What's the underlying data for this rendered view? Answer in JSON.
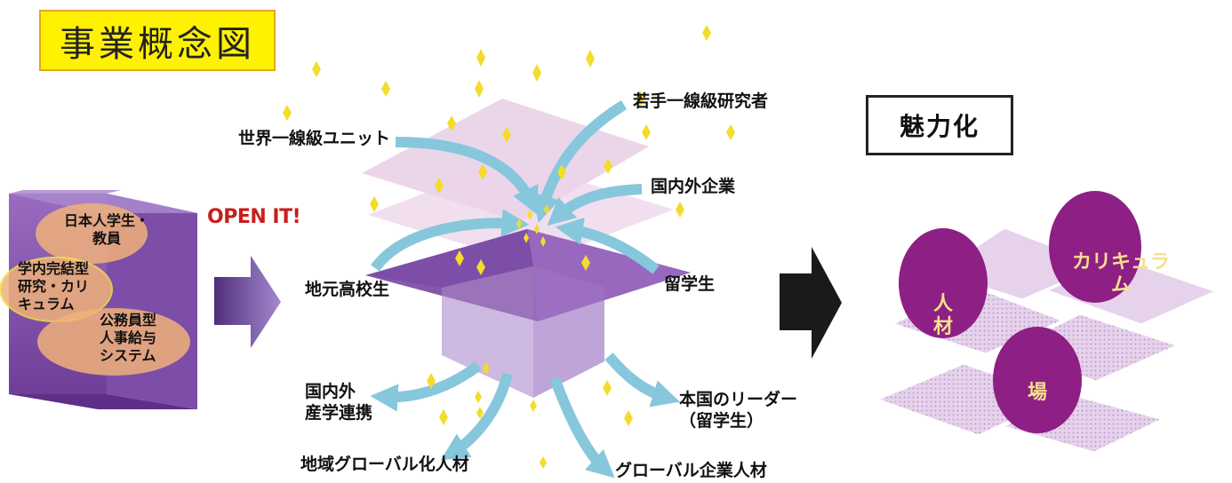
{
  "title": "事業概念図",
  "open_it": "OPEN IT!",
  "cube": {
    "label_students": "日本人学生・",
    "label_students_2": "教員",
    "label_curriculum": "学内完結型",
    "label_curriculum_2": "研究・カリ",
    "label_curriculum_3": "キュラム",
    "label_system": "公務員型",
    "label_system_2": "人事給与",
    "label_system_3": "システム"
  },
  "inflows": {
    "world_unit": "世界一線級ユニット",
    "young_researchers": "若手一線級研究者",
    "companies": "国内外企業",
    "local_high_school": "地元高校生",
    "intl_students": "留学生"
  },
  "outflows": {
    "industry_academia": "国内外",
    "industry_academia_2": "産学連携",
    "regional_talent": "地域グローバル化人材",
    "global_company": "グローバル企業人材",
    "home_leaders": "本国のリーダー",
    "home_leaders_2": "（留学生）"
  },
  "result": {
    "title": "魅力化",
    "talent": "人",
    "talent_2": "材",
    "curriculum": "カリキュラ",
    "curriculum_2": "ム",
    "place": "場"
  },
  "colors": {
    "title_bg": "#fff200",
    "cube_purple": "#8a5cae",
    "oval": "#f0b27a",
    "arrow_blue": "#86c7dc",
    "circle_magenta": "#8e1f85",
    "sparkle": "#f3dc2a",
    "open_it_red": "#c81e1e"
  }
}
